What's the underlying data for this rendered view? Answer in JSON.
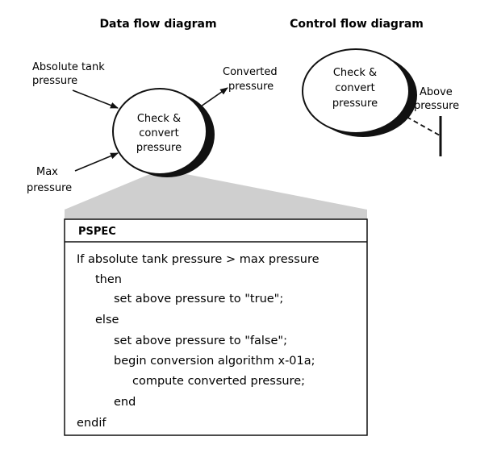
{
  "dfd": {
    "title": "Data flow diagram",
    "process": [
      "Check &",
      "convert",
      "pressure"
    ],
    "inputs": [
      [
        "Absolute tank",
        "pressure"
      ],
      [
        "Max",
        "pressure"
      ]
    ],
    "output": [
      "Converted",
      "pressure"
    ]
  },
  "cfd": {
    "title": "Control flow diagram",
    "process": [
      "Check &",
      "convert",
      "pressure"
    ],
    "signal": [
      "Above",
      "pressure"
    ]
  },
  "pspec": {
    "title": "PSPEC",
    "lines": [
      "If absolute tank pressure > max pressure",
      "then",
      "set above pressure to \"true\";",
      "else",
      "set above pressure to \"false\";",
      "begin conversion algorithm x-01a;",
      "compute converted pressure;",
      "end",
      "endif"
    ]
  }
}
